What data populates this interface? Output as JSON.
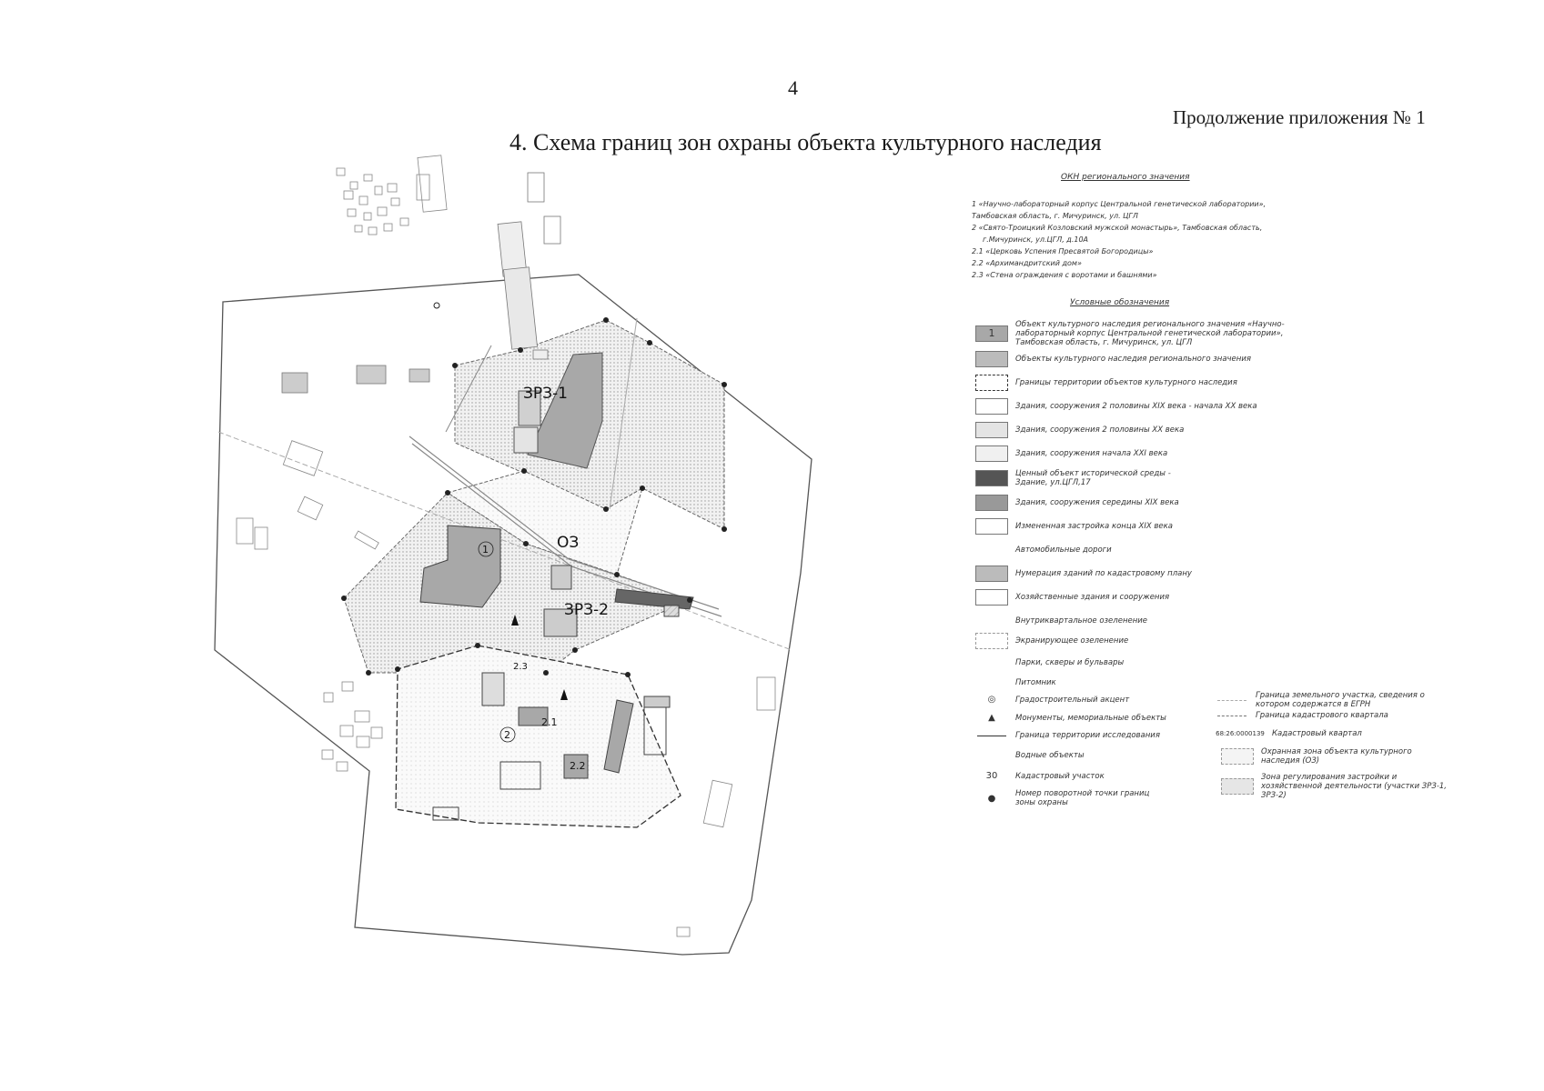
{
  "header": {
    "page_number": "4",
    "appendix_note": "Продолжение приложения № 1",
    "title": "4. Схема границ зон охраны объекта культурного наследия"
  },
  "map": {
    "zone_labels": {
      "zr3_1": "ЗРЗ-1",
      "zr3_2": "ЗРЗ-2",
      "oz": "ОЗ"
    },
    "building_labels": {
      "b1": "1",
      "b2": "2",
      "b21": "2.1",
      "b22": "2.2",
      "b23": "2.3"
    }
  },
  "legend": {
    "okn_title": "ОКН регионального значения",
    "okn_items": [
      "1 «Научно-лабораторный корпус Центральной генетической лаборатории»,",
      "Тамбовская область, г. Мичуринск, ул. ЦГЛ",
      "2 «Свято-Троицкий Козловский мужской монастырь», Тамбовская область,",
      "г.Мичуринск, ул.ЦГЛ, д.10А",
      "2.1 «Церковь Успения Пресвятой Богородицы»",
      "2.2 «Архимандритский дом»",
      "2.3 «Стена ограждения с воротами и башнями»"
    ],
    "conventions_title": "Условные обозначения",
    "items": [
      {
        "label": "Объект культурного наследия регионального значения «Научно-лабораторный корпус Центральной генетической лаборатории», Тамбовская область, г. Мичуринск, ул. ЦГЛ",
        "symbol": "1"
      },
      {
        "label": "Объекты культурного наследия регионального значения"
      },
      {
        "label": "Границы территории объектов культурного наследия"
      },
      {
        "label": "Здания, сооружения 2 половины XIX века - начала XX века"
      },
      {
        "label": "Здания, сооружения 2 половины XX века"
      },
      {
        "label": "Здания, сооружения начала XXI века"
      },
      {
        "label": "Ценный объект исторической среды - Здание, ул.ЦГЛ,17"
      },
      {
        "label": "Здания, сооружения середины XIX века"
      },
      {
        "label": "Измененная застройка конца XIX века"
      },
      {
        "label": "Автомобильные дороги"
      },
      {
        "label": "Нумерация зданий по кадастровому плану"
      },
      {
        "label": "Хозяйственные здания и сооружения"
      },
      {
        "label": "Внутриквартальное озеленение"
      },
      {
        "label": "Экранирующее озеленение"
      },
      {
        "label": "Парки, скверы и бульвары"
      },
      {
        "label": "Питомник"
      },
      {
        "label": "Градостроительный акцент"
      },
      {
        "label": "Монументы, мемориальные объекты"
      },
      {
        "label": "Граница территории исследования"
      },
      {
        "label": "Водные объекты"
      },
      {
        "label": "Кадастровый участок",
        "symbol": "30"
      },
      {
        "label": "Номер поворотной точки границ зоны охраны"
      }
    ],
    "right_items": [
      {
        "label": "Граница земельного участка, сведения о котором содержатся в ЕГРН"
      },
      {
        "label": "Граница кадастрового квартала"
      },
      {
        "label": "Кадастровый квартал",
        "symbol": "68:26:0000139"
      },
      {
        "label": "Охранная зона объекта культурного наследия (ОЗ)"
      },
      {
        "label": "Зона регулирования застройки и хозяйственной деятельности (участки ЗРЗ-1, ЗРЗ-2)"
      }
    ]
  }
}
